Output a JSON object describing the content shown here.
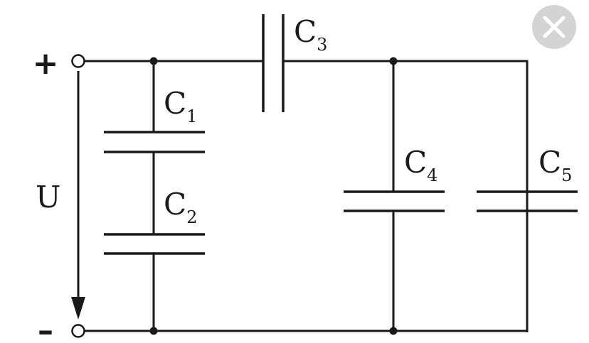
{
  "terminals": {
    "positive_sign": "+",
    "negative_sign": "–"
  },
  "voltage": {
    "label": "U"
  },
  "capacitors": [
    {
      "letter": "C",
      "sub": "1"
    },
    {
      "letter": "C",
      "sub": "2"
    },
    {
      "letter": "C",
      "sub": "3"
    },
    {
      "letter": "C",
      "sub": "4"
    },
    {
      "letter": "C",
      "sub": "5"
    }
  ],
  "colors": {
    "stroke": "#1a1a1a",
    "close_button_bg": "#d4d4d4",
    "close_icon": "#ffffff"
  },
  "icons": {
    "close": "close-icon"
  }
}
